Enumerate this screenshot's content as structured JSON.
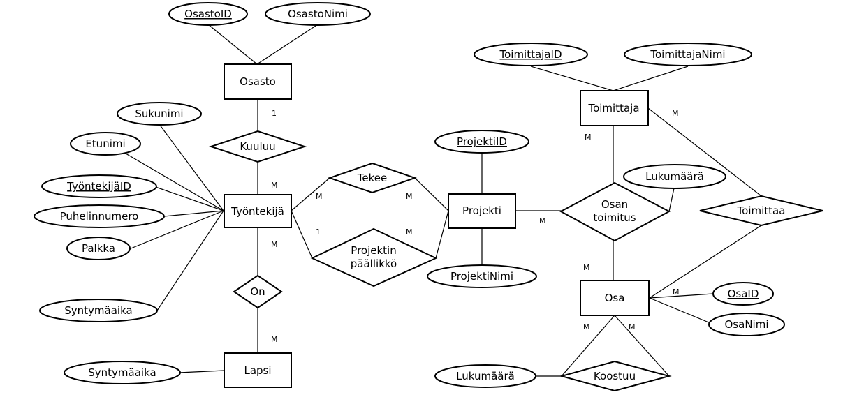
{
  "entities": {
    "osasto": "Osasto",
    "tyontekija": "Työntekijä",
    "lapsi": "Lapsi",
    "projekti": "Projekti",
    "toimittaja": "Toimittaja",
    "osa": "Osa"
  },
  "relationships": {
    "kuuluu": "Kuuluu",
    "on": "On",
    "tekee": "Tekee",
    "projektin_paallikko": [
      "Projektin",
      "päällikkö"
    ],
    "osan_toimitus": [
      "Osan",
      "toimitus"
    ],
    "toimittaa": "Toimittaa",
    "koostuu": "Koostuu"
  },
  "attributes": {
    "osasto_id": "OsastoID",
    "osasto_nimi": "OsastoNimi",
    "sukunimi": "Sukunimi",
    "etunimi": "Etunimi",
    "tyontekija_id": "TyöntekijäID",
    "puhelinnumero": "Puhelinnumero",
    "palkka": "Palkka",
    "syntymaaika_tyontekija": "Syntymäaika",
    "syntymaaika_lapsi": "Syntymäaika",
    "projekti_id": "ProjektiID",
    "projekti_nimi": "ProjektiNimi",
    "toimittaja_id": "ToimittajaID",
    "toimittaja_nimi": "ToimittajaNimi",
    "lukumaara_toimitus": "Lukumäärä",
    "lukumaara_koostuu": "Lukumäärä",
    "osa_id": "OsaID",
    "osa_nimi": "OsaNimi"
  },
  "cardinalities": {
    "osasto_kuuluu": "1",
    "tyontekija_kuuluu": "M",
    "tyontekija_tekee": "M",
    "tyontekija_paallikko": "1",
    "tyontekija_on": "M",
    "lapsi_on": "M",
    "projekti_tekee": "M",
    "projekti_paallikko": "M",
    "projekti_osan_toimitus": "M",
    "toimittaja_osan_toimitus": "M",
    "toimittaja_toimittaa": "M",
    "osa_osan_toimitus": "M",
    "osa_toimittaa": "M",
    "osa_koostuu_left": "M",
    "osa_koostuu_right": "M"
  }
}
